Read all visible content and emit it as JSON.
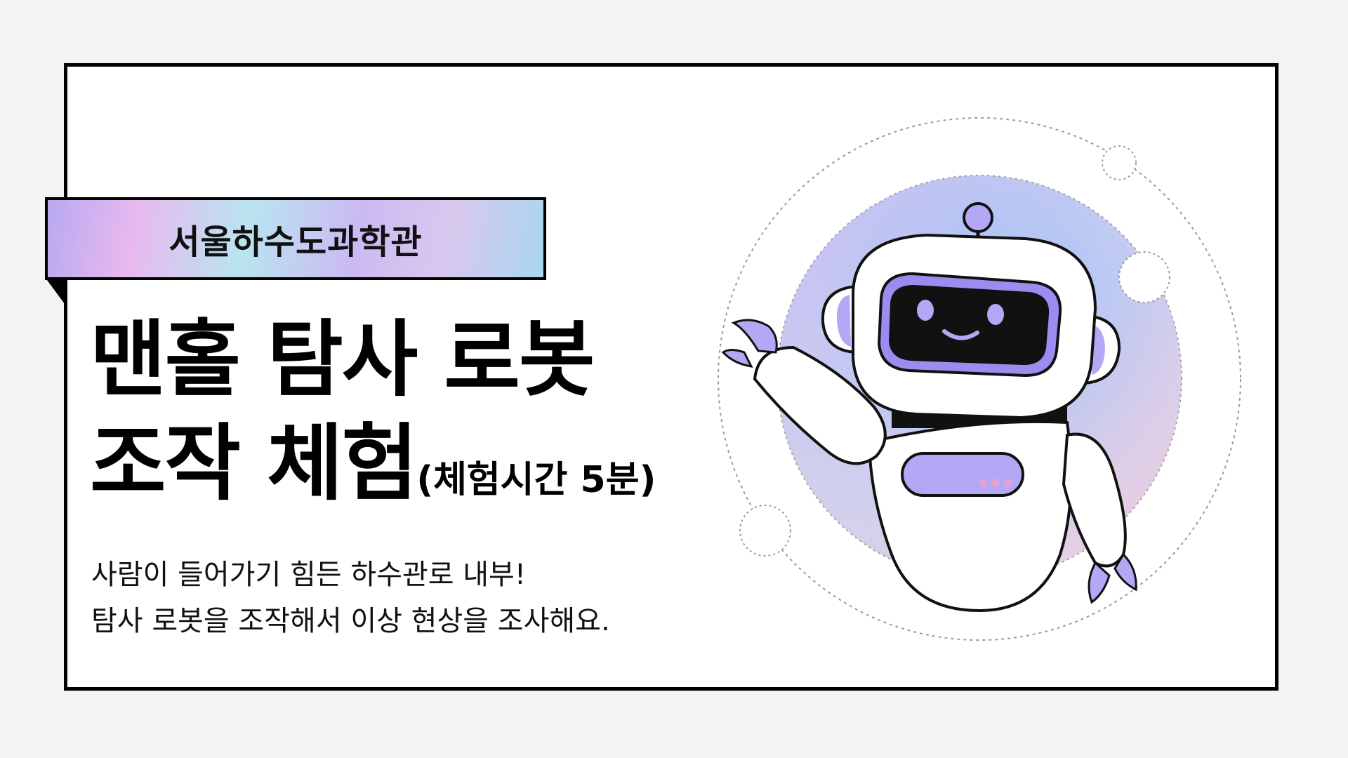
{
  "badge": {
    "label": "서울하수도과학관"
  },
  "headline": {
    "line1": "맨홀 탐사 로봇",
    "line2": "조작 체험",
    "line2_note": "(체험시간 5분)"
  },
  "description": {
    "line1": "사람이 들어가기 힘든 하수관로 내부!",
    "line2": "탐사 로봇을 조작해서 이상 현상을 조사해요."
  },
  "illustration": {
    "subject": "robot-icon"
  },
  "colors": {
    "accent_purple": "#b4a8f6",
    "dark_purple": "#9c8cf0",
    "pink_dots": "#e2a2d6",
    "outline": "#111111"
  }
}
